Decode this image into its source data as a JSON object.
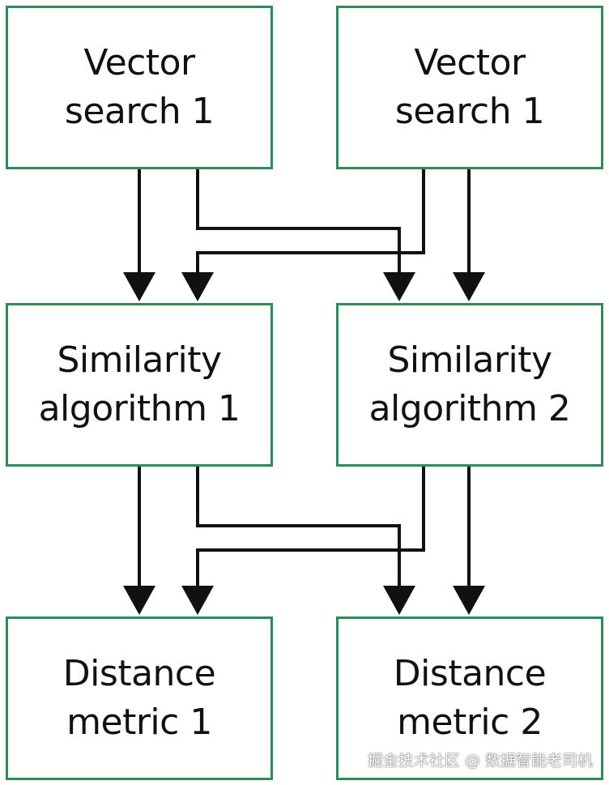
{
  "colors": {
    "box_border": "#2e8b57",
    "arrow": "#111111",
    "text": "#111111",
    "background": "#ffffff"
  },
  "layers": [
    {
      "left": {
        "line1": "Vector",
        "line2": "search 1"
      },
      "right": {
        "line1": "Vector",
        "line2": "search 1"
      }
    },
    {
      "left": {
        "line1": "Similarity",
        "line2": "algorithm 1"
      },
      "right": {
        "line1": "Similarity",
        "line2": "algorithm 2"
      }
    },
    {
      "left": {
        "line1": "Distance",
        "line2": "metric 1"
      },
      "right": {
        "line1": "Distance",
        "line2": "metric 2"
      }
    }
  ],
  "connections": [
    {
      "from": "layers.0.left",
      "to": "layers.1.left"
    },
    {
      "from": "layers.0.left",
      "to": "layers.1.right"
    },
    {
      "from": "layers.0.right",
      "to": "layers.1.left"
    },
    {
      "from": "layers.0.right",
      "to": "layers.1.right"
    },
    {
      "from": "layers.1.left",
      "to": "layers.2.left"
    },
    {
      "from": "layers.1.left",
      "to": "layers.2.right"
    },
    {
      "from": "layers.1.right",
      "to": "layers.2.left"
    },
    {
      "from": "layers.1.right",
      "to": "layers.2.right"
    }
  ],
  "watermark": "掘金技术社区 @ 数据智能老司机"
}
